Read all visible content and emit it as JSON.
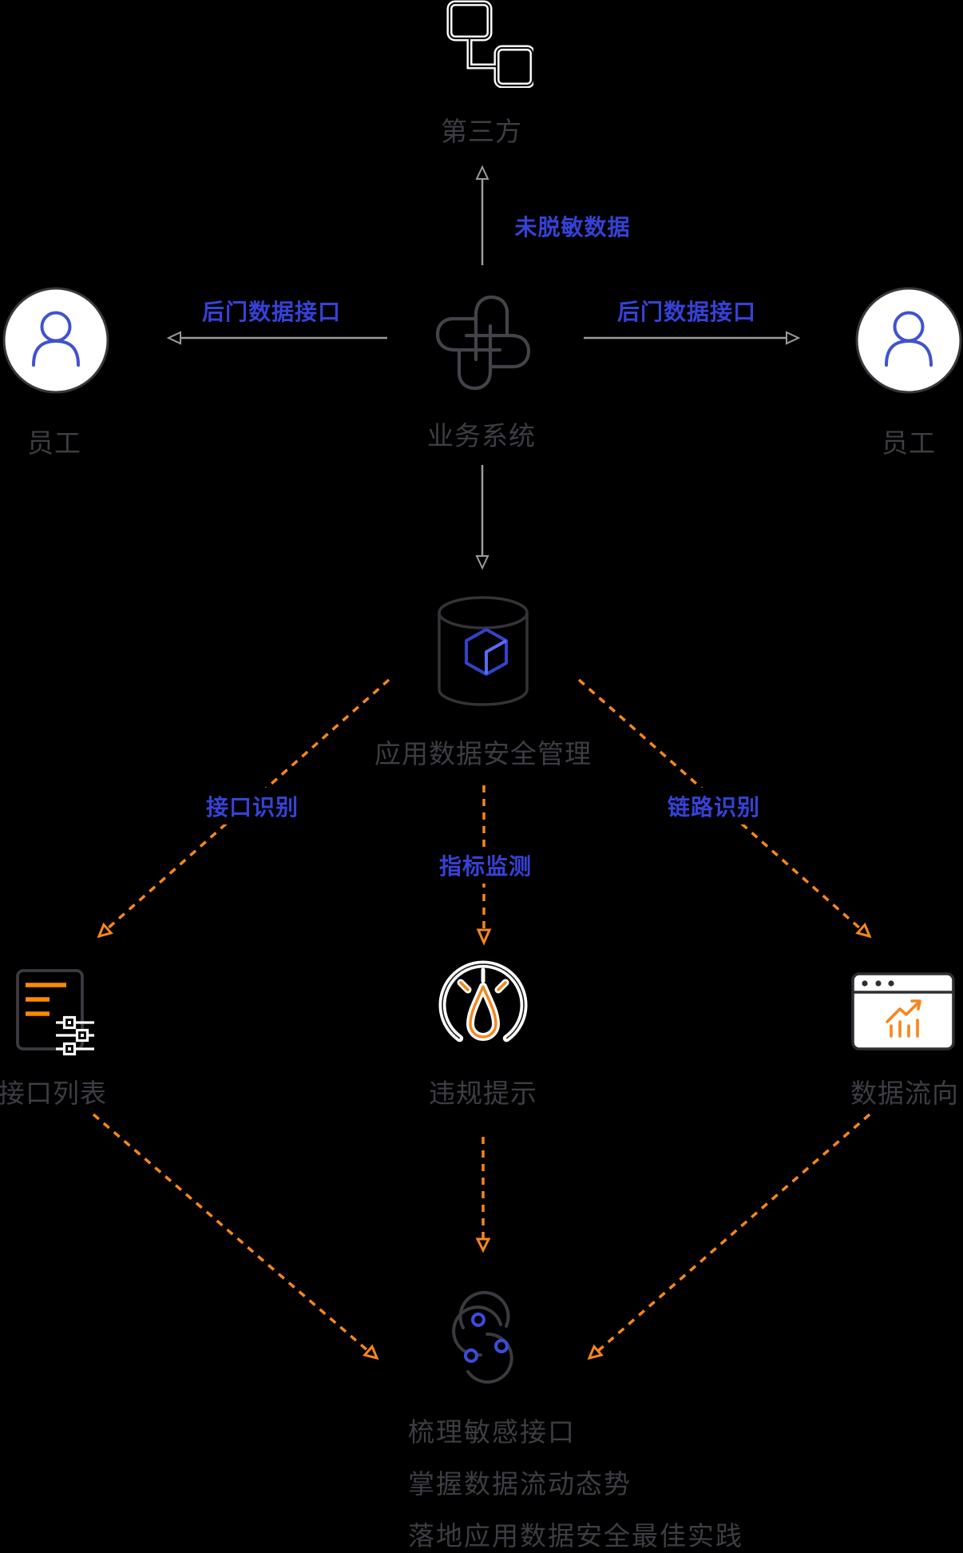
{
  "title": "应用数据安全管理架构图",
  "colors": {
    "background": "#000000",
    "blue_accent": "#3642d6",
    "orange_accent": "#f7861c",
    "gray_text": "#3d3d44",
    "gray_arrow": "#9b9b9f",
    "gray_icon": "#3a3a40",
    "white": "#ffffff"
  },
  "nodes": {
    "third_party": {
      "label": "第三方"
    },
    "business_system": {
      "label": "业务系统"
    },
    "employee_left": {
      "label": "员工"
    },
    "employee_right": {
      "label": "员工"
    },
    "security_mgmt": {
      "label": "应用数据安全管理"
    },
    "api_list": {
      "label": "接口列表"
    },
    "violation_alert": {
      "label": "违规提示"
    },
    "data_flow": {
      "label": "数据流向"
    }
  },
  "edges": {
    "unmasked_data": {
      "label": "未脱敏数据"
    },
    "backdoor_left": {
      "label": "后门数据接口"
    },
    "backdoor_right": {
      "label": "后门数据接口"
    },
    "api_identify": {
      "label": "接口识别"
    },
    "metric_monitor": {
      "label": "指标监测"
    },
    "link_identify": {
      "label": "链路识别"
    }
  },
  "summary": {
    "line1": "梳理敏感接口",
    "line2": "掌握数据流动态势",
    "line3": "落地应用数据安全最佳实践"
  },
  "icons": {
    "third_party": "flow-squares-icon",
    "business_system": "interlocked-cross-icon",
    "employee": "user-avatar-icon",
    "security_mgmt": "database-cube-icon",
    "api_list": "document-sliders-icon",
    "violation_alert": "gauge-icon",
    "data_flow": "browser-chart-icon",
    "bottom": "trefoil-swirl-icon"
  }
}
